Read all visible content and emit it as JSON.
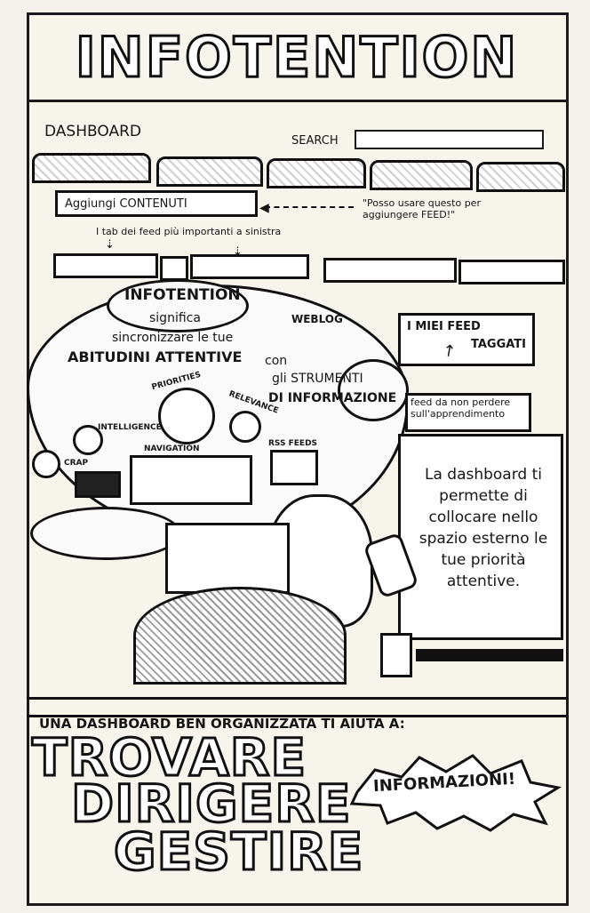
{
  "title": "INFOTENTION",
  "dashboard": {
    "label": "DASHBOARD",
    "search_label": "SEARCH",
    "search_value": "",
    "add_button_label": "Aggiungi CONTENUTI",
    "feed_note": "\"Posso usare questo per aggiungere FEED!\"",
    "tab_note": "I tab dei feed più importanti a sinistra"
  },
  "cloud": {
    "title": "INFOTENTION",
    "line1": "significa",
    "line2": "sincronizzare le tue",
    "line3": "ABITUDINI ATTENTIVE",
    "line3b": "con",
    "line4": "gli STRUMENTI",
    "line5": "DI INFORMAZIONE",
    "weblog": "WEBLOG"
  },
  "feeds_box": {
    "line1": "I MIEI FEED",
    "line2": "TAGGATI"
  },
  "feed_note": "feed da non perdere sull'apprendimento",
  "gauges": {
    "priorities": "PRIORITIES",
    "relevance": "RELEVANCE",
    "intelligence": "INTELLIGENCE",
    "crap": "CRAP",
    "navigation": "NAVIGATION",
    "rss": "RSS FEEDS"
  },
  "dashboard_text": "La dashboard ti permette di collocare nello spazio esterno le tue priorità attentive.",
  "bottom": {
    "caption": "UNA DASHBOARD BEN ORGANIZZATA TI AIUTA A:",
    "word1": "TROVARE",
    "word2": "DIRIGERE",
    "word3": "GESTIRE",
    "burst": "INFORMAZIONI!"
  }
}
